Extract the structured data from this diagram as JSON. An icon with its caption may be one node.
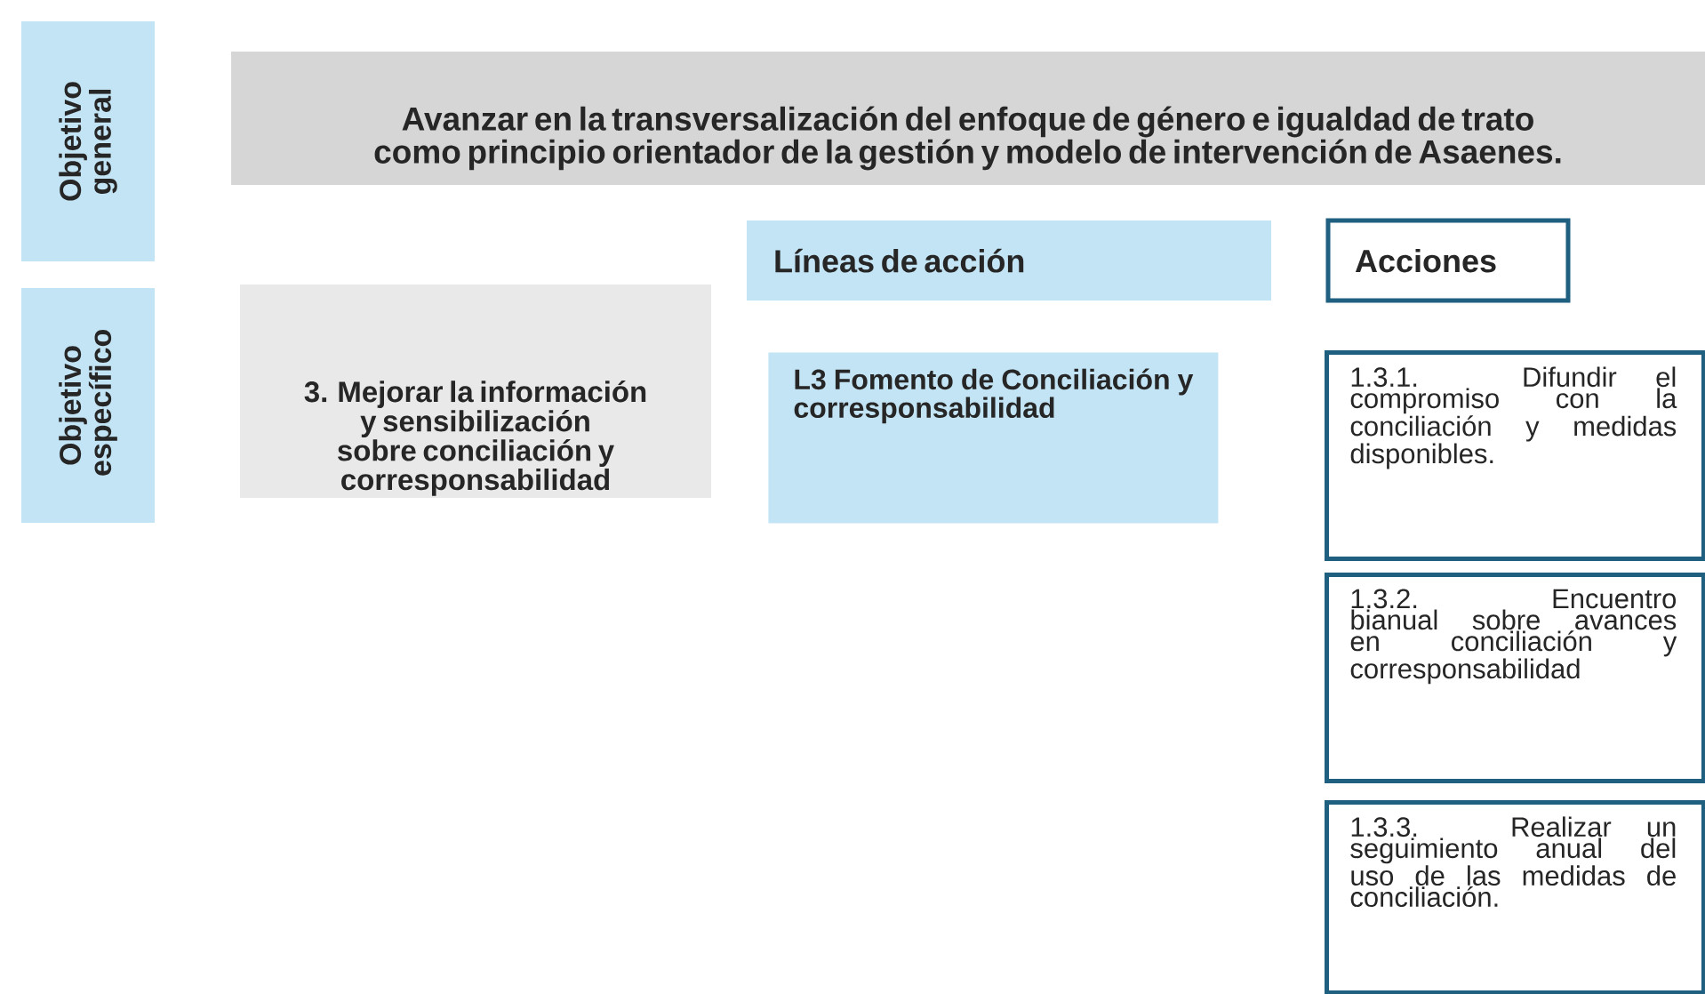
{
  "diagram": {
    "nodes": [
      {
        "text": [
          "Objetivo general"
        ]
      },
      {
        "text": [
          "Objetivo específico"
        ]
      },
      {
        "text": [
          "Avanzar en la transversalización del enfoque de género e igualdad de trato como principio orientador de la gestión y modelo de intervención de Asaenes."
        ]
      },
      {
        "text": [
          "3. Mejorar la información y sensibilización sobre conciliación y corresponsabilidad"
        ]
      },
      {
        "text": [
          "Líneas de acción"
        ]
      },
      {
        "text": [
          "Acciones"
        ]
      },
      {
        "text": [
          "L3 Fomento de Conciliación y corresponsabilidad"
        ]
      },
      {
        "text": [
          "1.3.1. Difundir el compromiso con la conciliación y medidas disponibles."
        ]
      },
      {
        "text": [
          "1.3.2. Encuentro bianual sobre avances en conciliación y corresponsabilidad"
        ]
      },
      {
        "text": [
          "1.3.3. Realizar un seguimiento anual del uso de las medidas de conciliación."
        ]
      }
    ]
  }
}
